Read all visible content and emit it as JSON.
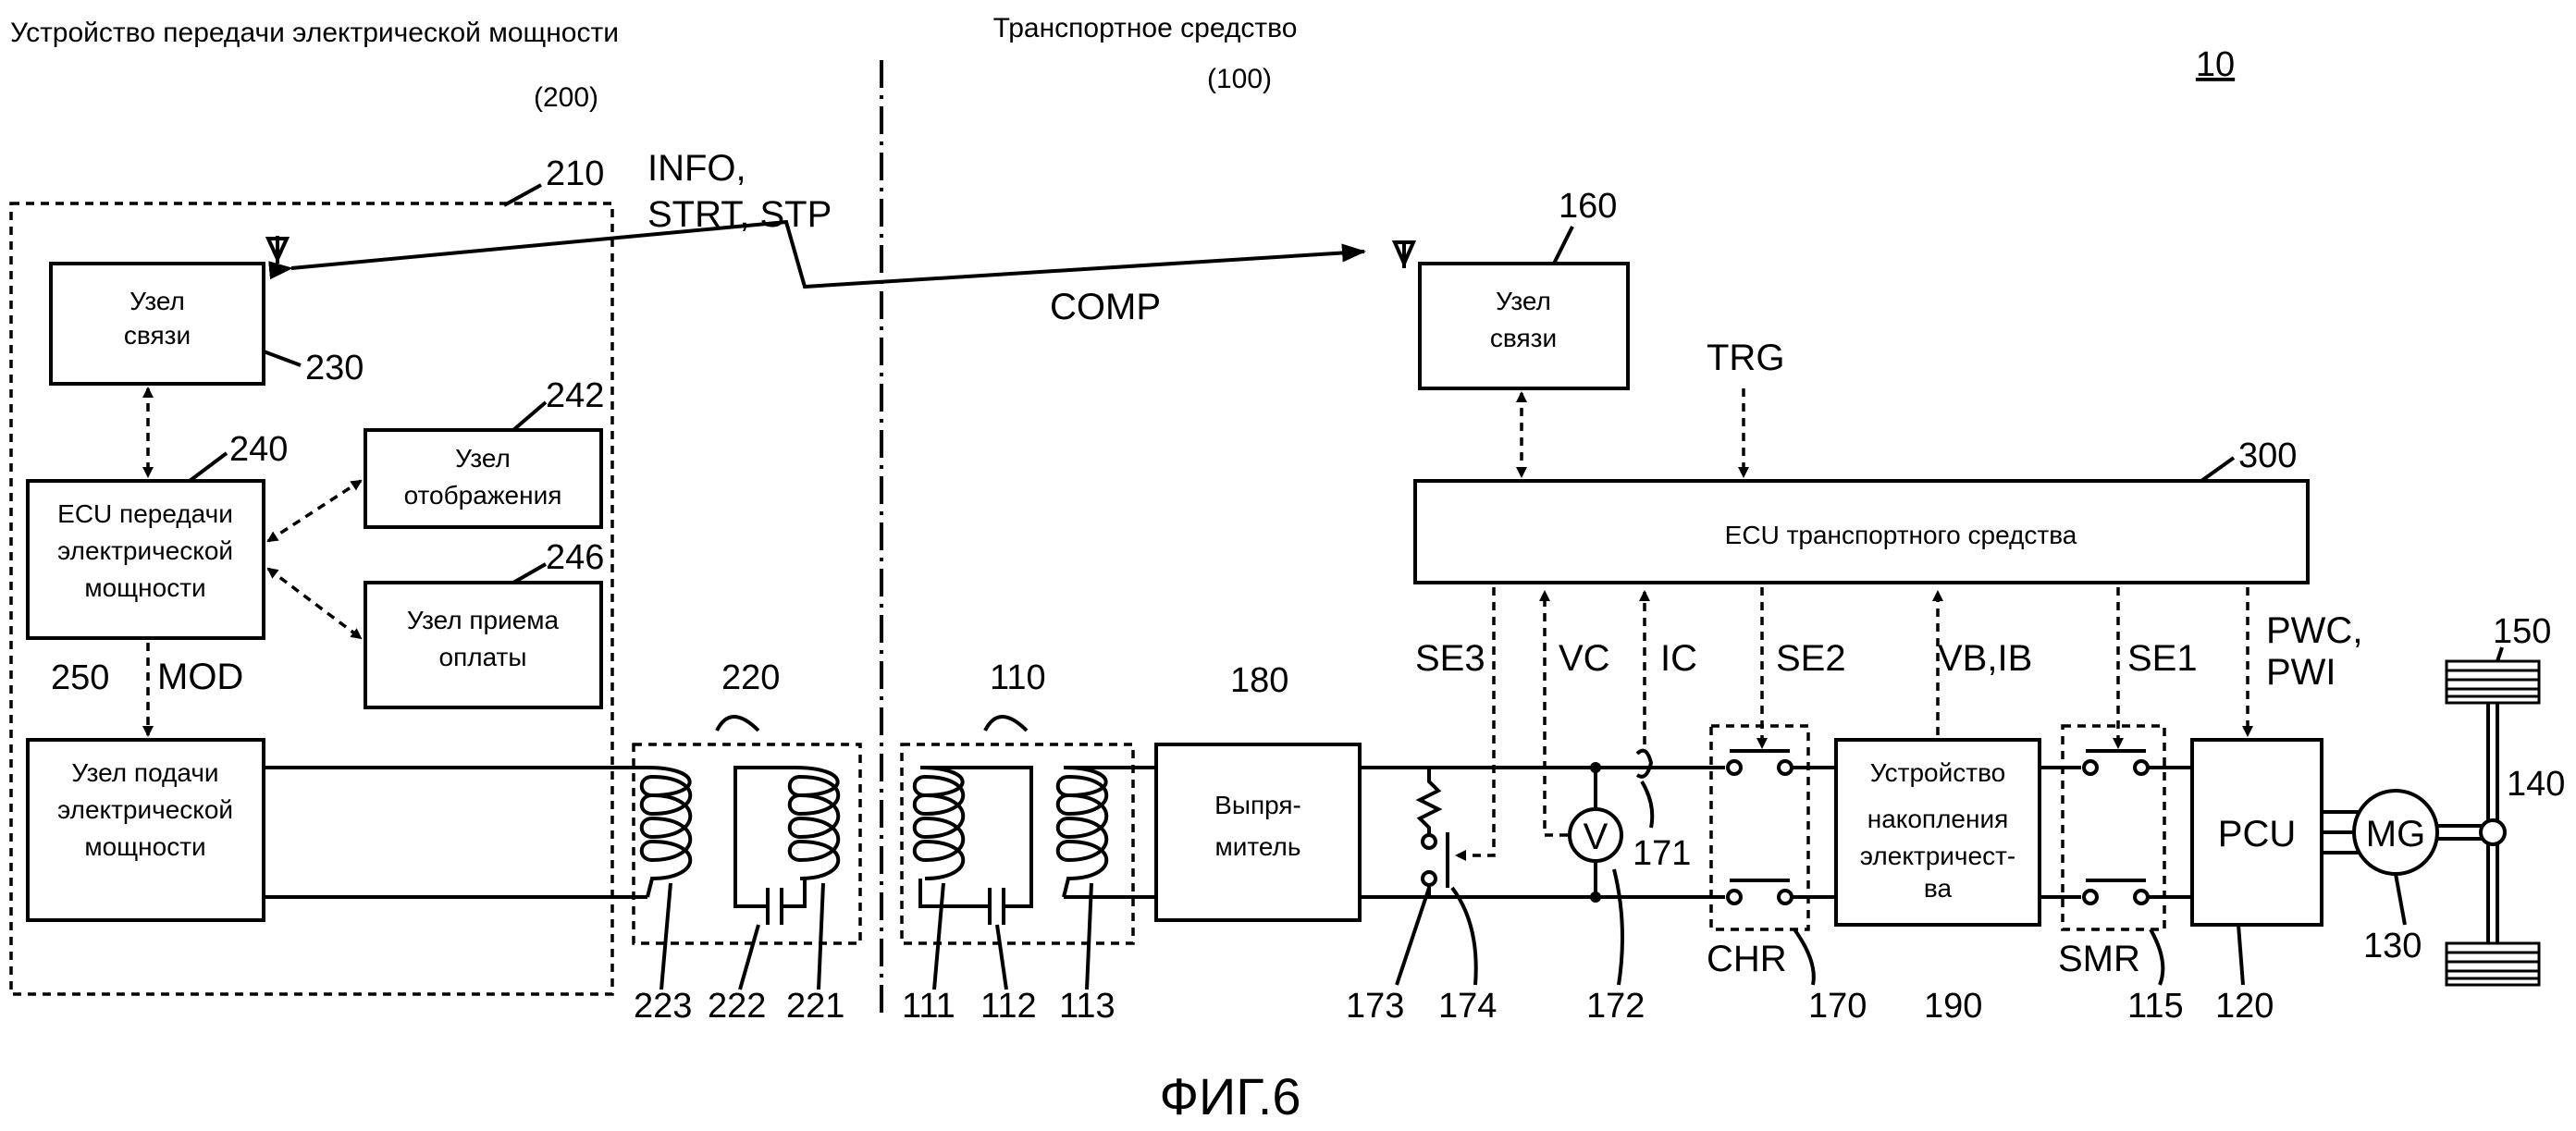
{
  "headers": {
    "device": "Устройство передачи электрической мощности",
    "device_num": "(200)",
    "vehicle": "Транспортное средство",
    "vehicle_num": "(100)",
    "system_num": "10"
  },
  "signals": {
    "info": "INFO,",
    "strt_stp": "STRT, STP",
    "comp": "COMP",
    "mod": "MOD",
    "trg": "TRG",
    "se3": "SE3",
    "vc": "VC",
    "ic": "IC",
    "se2": "SE2",
    "vb_ib": "VB,IB",
    "se1": "SE1",
    "pwc": "PWC,",
    "pwi": "PWI"
  },
  "blocks": {
    "comm_220": "Узел связи",
    "transfer_ecu": "ECU передачи электрической мощности",
    "display": "Узел отображения",
    "payment": "Узел приема оплаты",
    "power_supply": "Узел подачи электрической мощности",
    "comm_160": "Узел связи",
    "vehicle_ecu": "ECU транспортного средства",
    "rectifier": "Выпря-митель",
    "storage": "Устройство накопления электричест-ва",
    "pcu": "PCU",
    "mg": "MG",
    "voltmeter": "V",
    "chr": "CHR",
    "smr": "SMR"
  },
  "refs": {
    "r210": "210",
    "r230": "230",
    "r240": "240",
    "r242": "242",
    "r246": "246",
    "r250": "250",
    "r220": "220",
    "r223": "223",
    "r222": "222",
    "r221": "221",
    "r110": "110",
    "r111": "111",
    "r112": "112",
    "r113": "113",
    "r160": "160",
    "r180": "180",
    "r300": "300",
    "r171": "171",
    "r173": "173",
    "r174": "174",
    "r172": "172",
    "r170": "170",
    "r190": "190",
    "r115": "115",
    "r120": "120",
    "r130": "130",
    "r140": "140",
    "r150": "150"
  },
  "figure_caption": "ФИГ.6"
}
